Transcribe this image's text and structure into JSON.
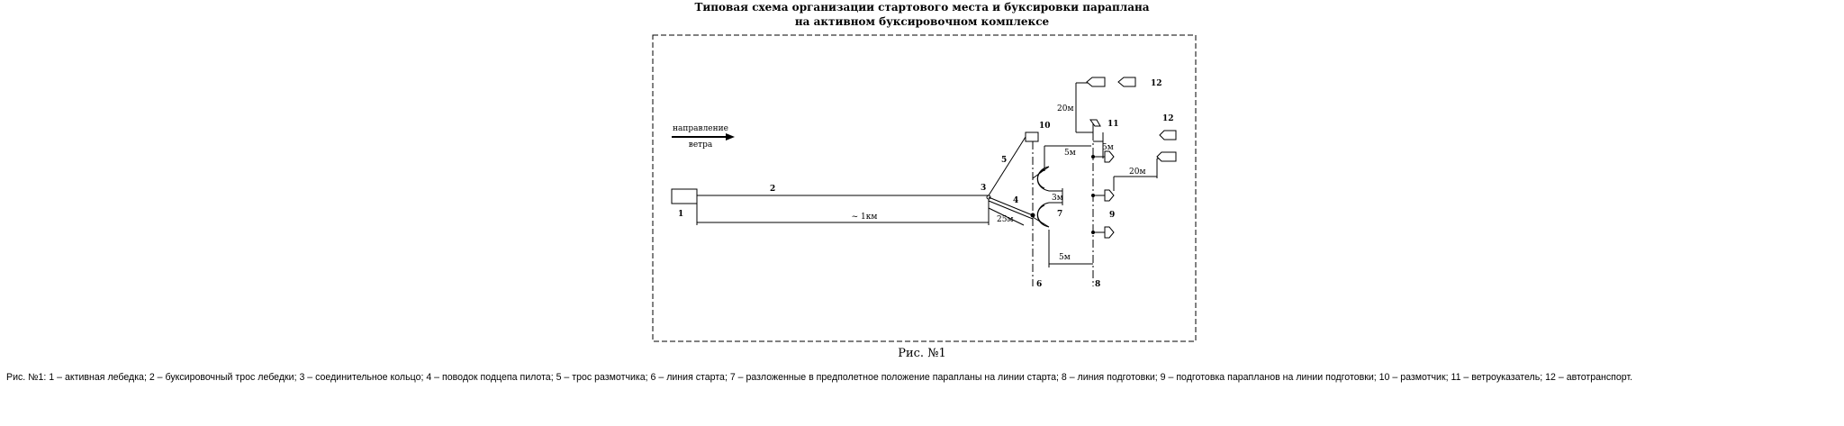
{
  "title_line1": "Типовая схема организации стартового места и буксировки параплана",
  "title_line2": "на активном буксировочном комплексе",
  "wind_label_1": "направление",
  "wind_label_2": "ветра",
  "labels": {
    "n1": "1",
    "n2": "2",
    "n3": "3",
    "n4": "4",
    "n5": "5",
    "n6": "6",
    "n7": "7",
    "n8": "8",
    "n9": "9",
    "n10": "10",
    "n11": "11",
    "n12a": "12",
    "n12b": "12"
  },
  "distances": {
    "one_km": "~ 1км",
    "d25": "25м",
    "d5_top": "5м",
    "d3": "3м",
    "d5_bottom": "5м",
    "d20_top": "20м",
    "d5_right": "5м",
    "d20_right": "20м"
  },
  "figure_caption": "Рис. №1",
  "legend": "Рис. №1: 1 – активная лебедка; 2 – буксировочный трос лебедки; 3 – соединительное кольцо; 4 – поводок подцепа пилота; 5 – трос размотчика; 6 – линия старта; 7 – разложенные в предполетное положение парапланы на линии старта; 8 – линия подготовки; 9 – подготовка парапланов на линии подготовки; 10 – размотчик; 11 – ветроуказатель; 12 – автотранспорт."
}
